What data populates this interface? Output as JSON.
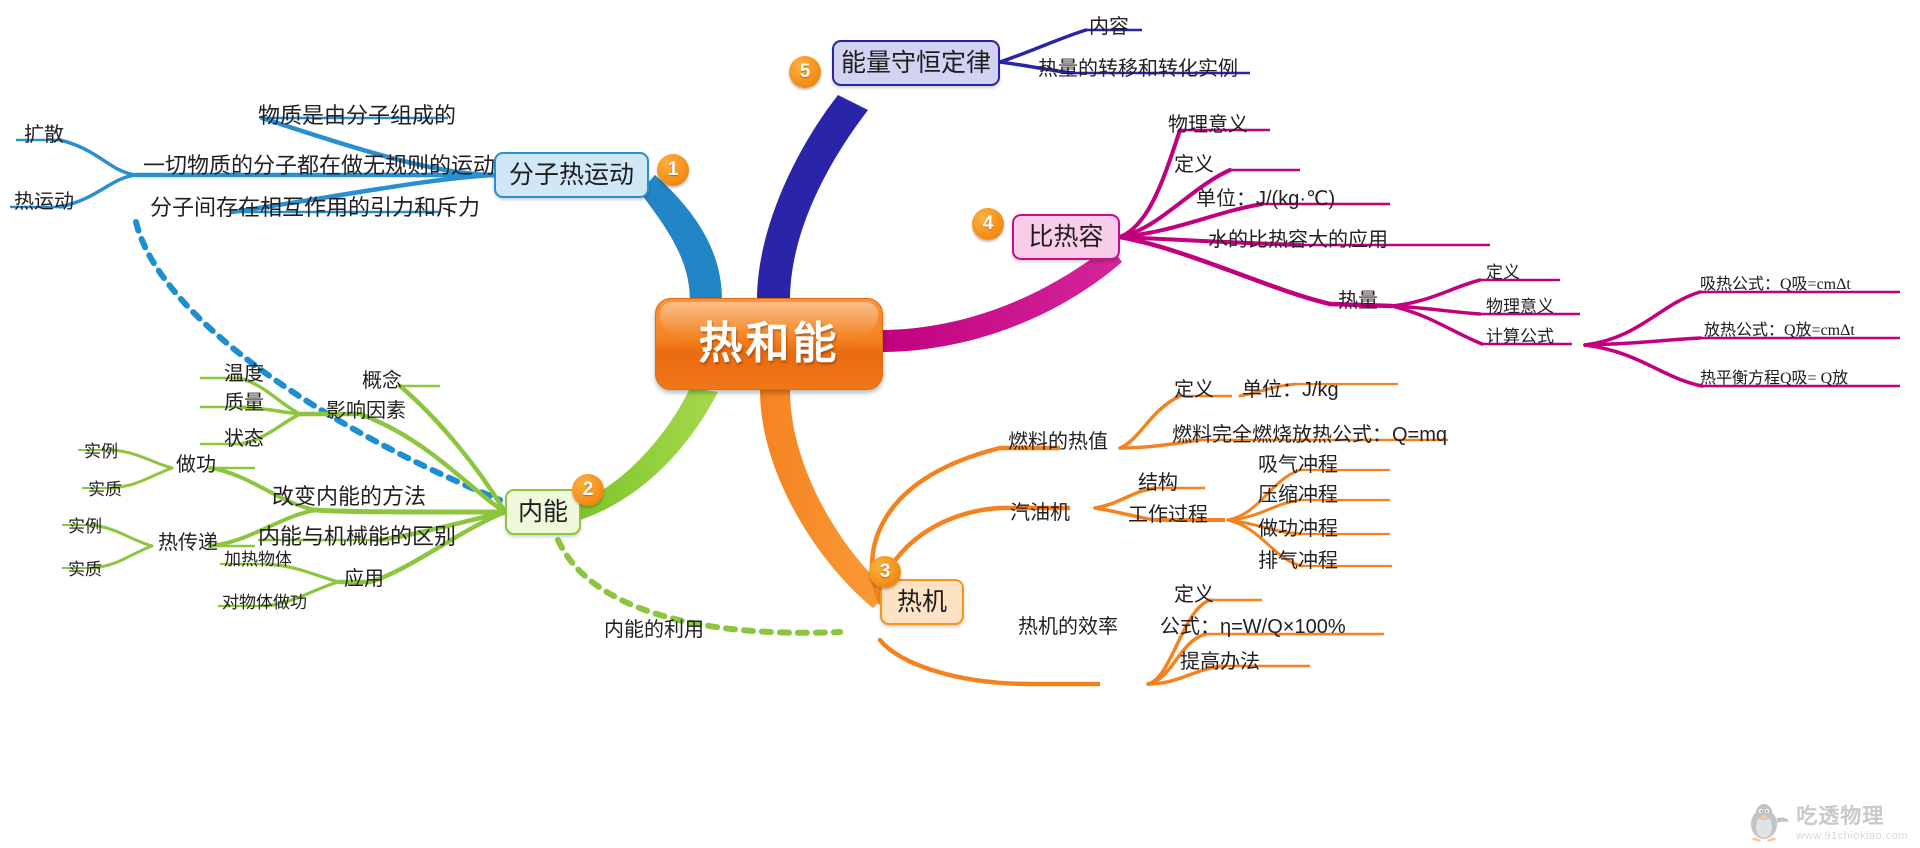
{
  "title": "热和能 思维导图",
  "center": {
    "label": "热和能",
    "color": "#f58220"
  },
  "branches": [
    {
      "id": 1,
      "badge": "1",
      "label": "分子热运动",
      "color": "#2a8fd0",
      "children": [
        {
          "label": "物质是由分子组成的"
        },
        {
          "label": "一切物质的分子都在做无规则的运动",
          "children": [
            {
              "label": "扩散"
            },
            {
              "label": "热运动"
            }
          ]
        },
        {
          "label": "分子间存在相互作用的引力和斥力"
        }
      ]
    },
    {
      "id": 2,
      "badge": "2",
      "label": "内能",
      "color": "#8cc63e",
      "children": [
        {
          "label": "概念"
        },
        {
          "label": "影响因素",
          "children": [
            {
              "label": "温度"
            },
            {
              "label": "质量"
            },
            {
              "label": "状态"
            }
          ]
        },
        {
          "label": "改变内能的方法",
          "children": [
            {
              "label": "做功",
              "children": [
                {
                  "label": "实例"
                },
                {
                  "label": "实质"
                }
              ]
            },
            {
              "label": "热传递",
              "children": [
                {
                  "label": "实例"
                },
                {
                  "label": "实质"
                }
              ]
            }
          ]
        },
        {
          "label": "内能与机械能的区别"
        },
        {
          "label": "应用",
          "children": [
            {
              "label": "加热物体"
            },
            {
              "label": "对物体做功"
            }
          ]
        }
      ],
      "dashed_link": "内能的利用"
    },
    {
      "id": 3,
      "badge": "3",
      "label": "热机",
      "color": "#f7941d",
      "children": [
        {
          "label": "燃料的热值",
          "children": [
            {
              "label": "定义",
              "children": [
                {
                  "label": "单位：J/kg"
                }
              ]
            },
            {
              "label": "燃料完全燃烧放热公式：Q=mq"
            }
          ]
        },
        {
          "label": "汽油机",
          "children": [
            {
              "label": "结构"
            },
            {
              "label": "工作过程",
              "children": [
                {
                  "label": "吸气冲程"
                },
                {
                  "label": "压缩冲程"
                },
                {
                  "label": "做功冲程"
                },
                {
                  "label": "排气冲程"
                }
              ]
            }
          ]
        },
        {
          "label": "热机的效率",
          "children": [
            {
              "label": "定义"
            },
            {
              "label": "公式：η=W/Q×100%"
            },
            {
              "label": "提高办法"
            }
          ]
        }
      ]
    },
    {
      "id": 4,
      "badge": "4",
      "label": "比热容",
      "color": "#c70f8a",
      "children": [
        {
          "label": "物理意义"
        },
        {
          "label": "定义"
        },
        {
          "label": "单位：J/(kg·℃)"
        },
        {
          "label": "水的比热容大的应用"
        },
        {
          "label": "热量",
          "children": [
            {
              "label": "定义"
            },
            {
              "label": "物理意义"
            },
            {
              "label": "计算公式",
              "children": [
                {
                  "label": "吸热公式：Q吸=cmΔt"
                },
                {
                  "label": "放热公式：Q放=cmΔt"
                },
                {
                  "label": "热平衡方程Q吸= Q放"
                }
              ]
            }
          ]
        }
      ]
    },
    {
      "id": 5,
      "badge": "5",
      "label": "能量守恒定律",
      "color": "#2a24a8",
      "children": [
        {
          "label": "内容"
        },
        {
          "label": "热量的转移和转化实例"
        }
      ]
    }
  ],
  "watermark": {
    "main": "吃透物理",
    "sub": "www.91chiokiao.com"
  }
}
